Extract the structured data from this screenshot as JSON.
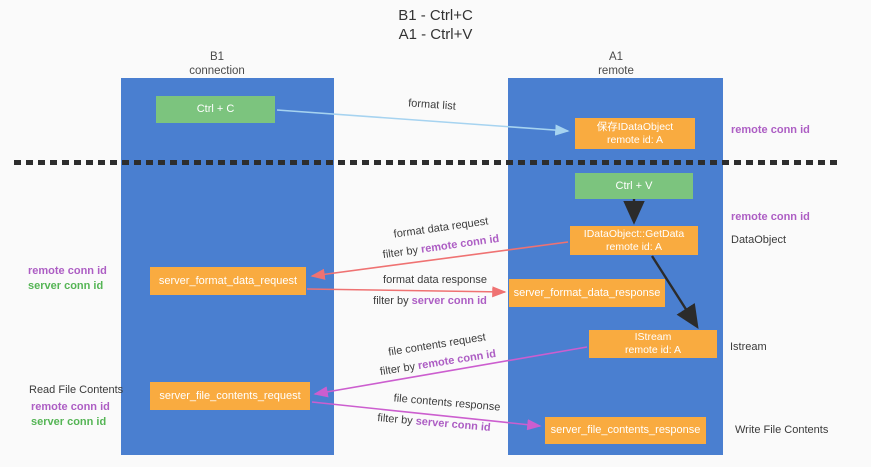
{
  "title": {
    "line1": "B1 - Ctrl+C",
    "line2": "A1 - Ctrl+V"
  },
  "lanes": {
    "left": {
      "name": "B1",
      "role": "connection"
    },
    "right": {
      "name": "A1",
      "role": "remote"
    }
  },
  "nodes": {
    "ctrl_c": {
      "label": "Ctrl + C"
    },
    "ctrl_v": {
      "label": "Ctrl + V"
    },
    "save_idataobject": {
      "line1": "保存IDataObject",
      "line2": "remote id: A"
    },
    "idataobject_getdata": {
      "line1": "IDataObject::GetData",
      "line2": "remote id: A"
    },
    "istream": {
      "line1": "IStream",
      "line2": "remote id: A"
    },
    "server_format_data_request": {
      "label": "server_format_data_request"
    },
    "server_format_data_response": {
      "label": "server_format_data_response"
    },
    "server_file_contents_request": {
      "label": "server_file_contents_request"
    },
    "server_file_contents_response": {
      "label": "server_file_contents_response"
    }
  },
  "edge_labels": {
    "format_list": "format list",
    "format_data_request": "format data request",
    "format_data_request_filter_prefix": "filter by ",
    "format_data_request_filter_key": "remote conn id",
    "format_data_response": "format data response",
    "format_data_response_filter_prefix": "filter by ",
    "format_data_response_filter_key": "server conn id",
    "file_contents_request": "file contents request",
    "file_contents_request_filter_prefix": "filter by ",
    "file_contents_request_filter_key": "remote conn id",
    "file_contents_response": "file contents response",
    "file_contents_response_filter_prefix": "filter by ",
    "file_contents_response_filter_key": "server conn id"
  },
  "side_labels": {
    "right_remote_conn_id_1": "remote conn id",
    "right_remote_conn_id_2": "remote conn id",
    "right_dataobject": "DataObject",
    "right_istream": "Istream",
    "right_write_file_contents": "Write File Contents",
    "left_remote_conn_id_1": "remote conn id",
    "left_server_conn_id_1": "server conn id",
    "left_read_file_contents": "Read File Contents",
    "left_remote_conn_id_2": "remote conn id",
    "left_server_conn_id_2": "server conn id"
  },
  "colors": {
    "lane_blue": "#4a7fd0",
    "node_green": "#7cc47e",
    "node_orange": "#f9ab40",
    "conn_id_purple": "#ad5ec4",
    "conn_id_green": "#55b555",
    "arrow_red": "#ef7272",
    "arrow_magenta": "#cc5ecf",
    "arrow_light_blue": "#a6d3f0",
    "arrow_black": "#2b2b2b"
  }
}
